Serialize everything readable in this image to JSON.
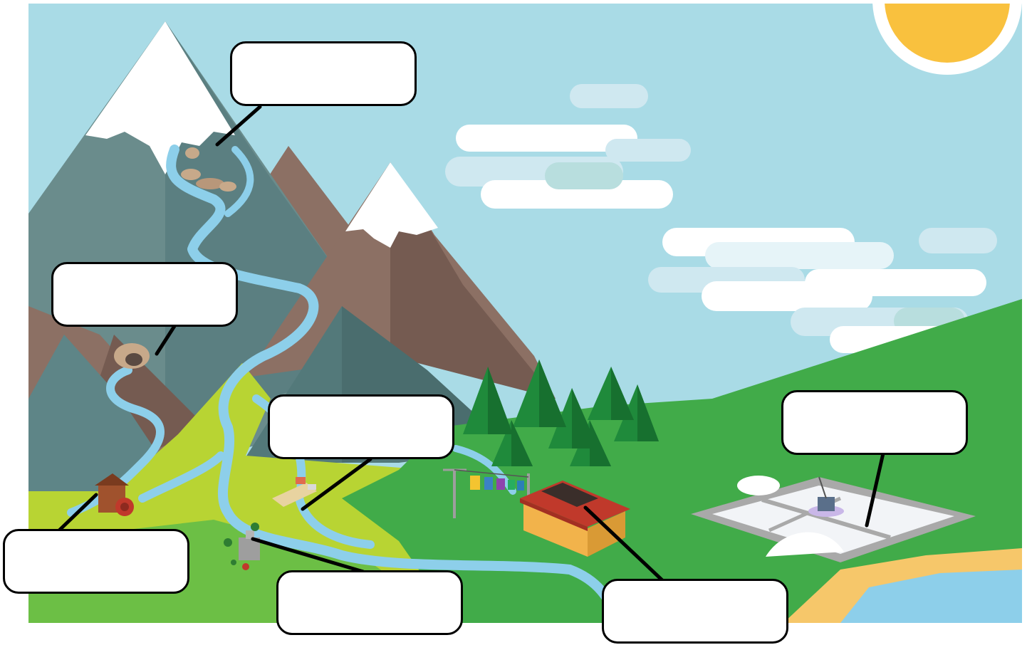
{
  "diagram": {
    "type": "illustrated landscape with blank label boxes",
    "colors": {
      "sky": "#a9dbe6",
      "sun": "#f9c13e",
      "grass_light": "#b8d433",
      "grass_dark": "#41ab49",
      "water": "#8dcfea",
      "snow": "#ffffff",
      "mountain_brown": "#8c7064",
      "mountain_teal": "#5e8587",
      "tree": "#1f8a3b",
      "sand": "#f6c76a",
      "label_border": "#000000"
    },
    "features": [
      {
        "name": "snowy-mountain-peak-icon"
      },
      {
        "name": "glacier-spring-icon"
      },
      {
        "name": "cave-spring-icon"
      },
      {
        "name": "water-mill-icon"
      },
      {
        "name": "dam-icon"
      },
      {
        "name": "treatment-plant-icon"
      },
      {
        "name": "factory-building-icon"
      },
      {
        "name": "laundry-line-icon"
      },
      {
        "name": "salt-pan-icon"
      },
      {
        "name": "forest-icon"
      },
      {
        "name": "sun-icon"
      },
      {
        "name": "cloud-icon"
      }
    ],
    "labels": [
      {
        "id": "mountain-top",
        "text": ""
      },
      {
        "id": "mountain-cave",
        "text": ""
      },
      {
        "id": "mill",
        "text": ""
      },
      {
        "id": "dam",
        "text": ""
      },
      {
        "id": "plant",
        "text": ""
      },
      {
        "id": "factory",
        "text": ""
      },
      {
        "id": "salt-pan",
        "text": ""
      }
    ]
  }
}
